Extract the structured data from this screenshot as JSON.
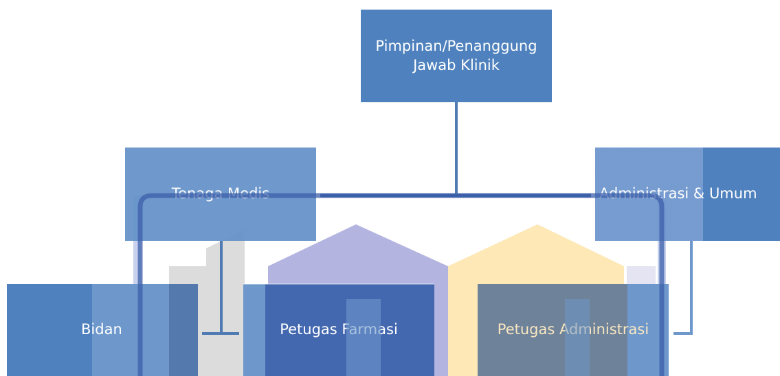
{
  "org_chart": {
    "head": "Pimpinan/Penanggung Jawab Klinik",
    "branches": [
      {
        "label": "Tenaga Medis",
        "children": [
          "Bidan",
          "Petugas Farmasi"
        ]
      },
      {
        "label": "Administrasi & Umum",
        "children": [
          "Petugas Administrasi"
        ]
      }
    ]
  },
  "colors": {
    "box_primary": "#4e81bd",
    "box_light": "#6e98cc",
    "connector": "#4f7bb2",
    "house_purple": "#b4b4e0",
    "house_yellow": "#fde8b6",
    "house_gray": "#dcdcdc",
    "frame_blue": "#3c5faa"
  }
}
